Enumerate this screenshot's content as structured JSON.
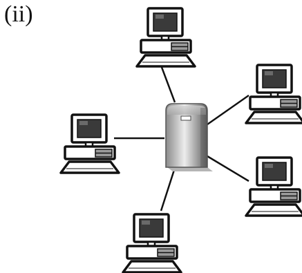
{
  "panel_label": "(ii)",
  "network": {
    "topology": "star",
    "hub": {
      "id": "server",
      "icon": "server-tower-icon"
    },
    "nodes": [
      {
        "id": "pc-top",
        "icon": "desktop-computer-icon"
      },
      {
        "id": "pc-upper-right",
        "icon": "desktop-computer-icon"
      },
      {
        "id": "pc-lower-right",
        "icon": "desktop-computer-icon"
      },
      {
        "id": "pc-bottom",
        "icon": "desktop-computer-icon"
      },
      {
        "id": "pc-left",
        "icon": "desktop-computer-icon"
      }
    ],
    "links": [
      [
        "server",
        "pc-top"
      ],
      [
        "server",
        "pc-upper-right"
      ],
      [
        "server",
        "pc-lower-right"
      ],
      [
        "server",
        "pc-bottom"
      ],
      [
        "server",
        "pc-left"
      ]
    ]
  },
  "colors": {
    "outline": "#111111",
    "screen": "#3a3a3a",
    "panel": "#9a9a9a",
    "server_light": "#e6e6e6",
    "server_dark": "#6a6a6a",
    "shadow": "#b5b5b5",
    "background": "#ffffff"
  }
}
